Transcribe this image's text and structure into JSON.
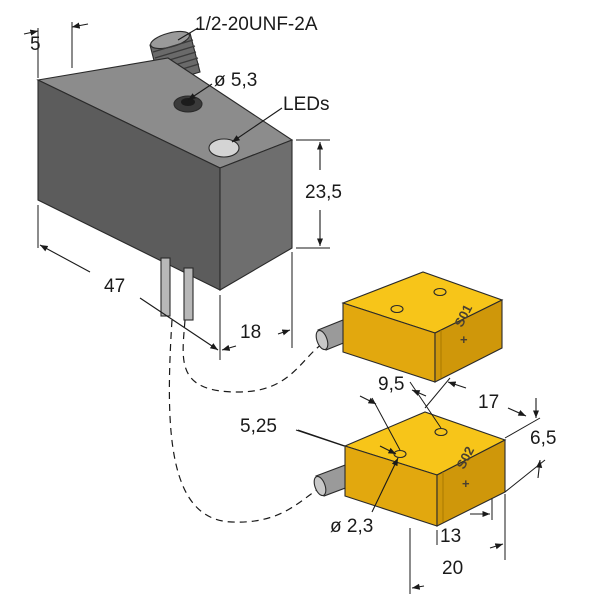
{
  "labels": {
    "thread": "1/2-20UNF-2A",
    "leds": "LEDs",
    "sensor_1": "S01",
    "sensor_2": "S02",
    "plus_sign": "+"
  },
  "dimensions": {
    "d_5": "5",
    "d_5_3": "ø 5,3",
    "d_23_5": "23,5",
    "d_47": "47",
    "d_18": "18",
    "d_9_5": "9,5",
    "d_17": "17",
    "d_5_25": "5,25",
    "d_6_5": "6,5",
    "d_2_3": "ø 2,3",
    "d_13": "13",
    "d_20": "20"
  },
  "colors": {
    "body_front": "#5c5c5c",
    "body_top": "#8c8c8c",
    "body_side": "#6e6e6e",
    "sensor_top": "#f7c519",
    "sensor_front": "#e2a80e",
    "sensor_side": "#cf970a",
    "line": "#1a1a1a"
  }
}
